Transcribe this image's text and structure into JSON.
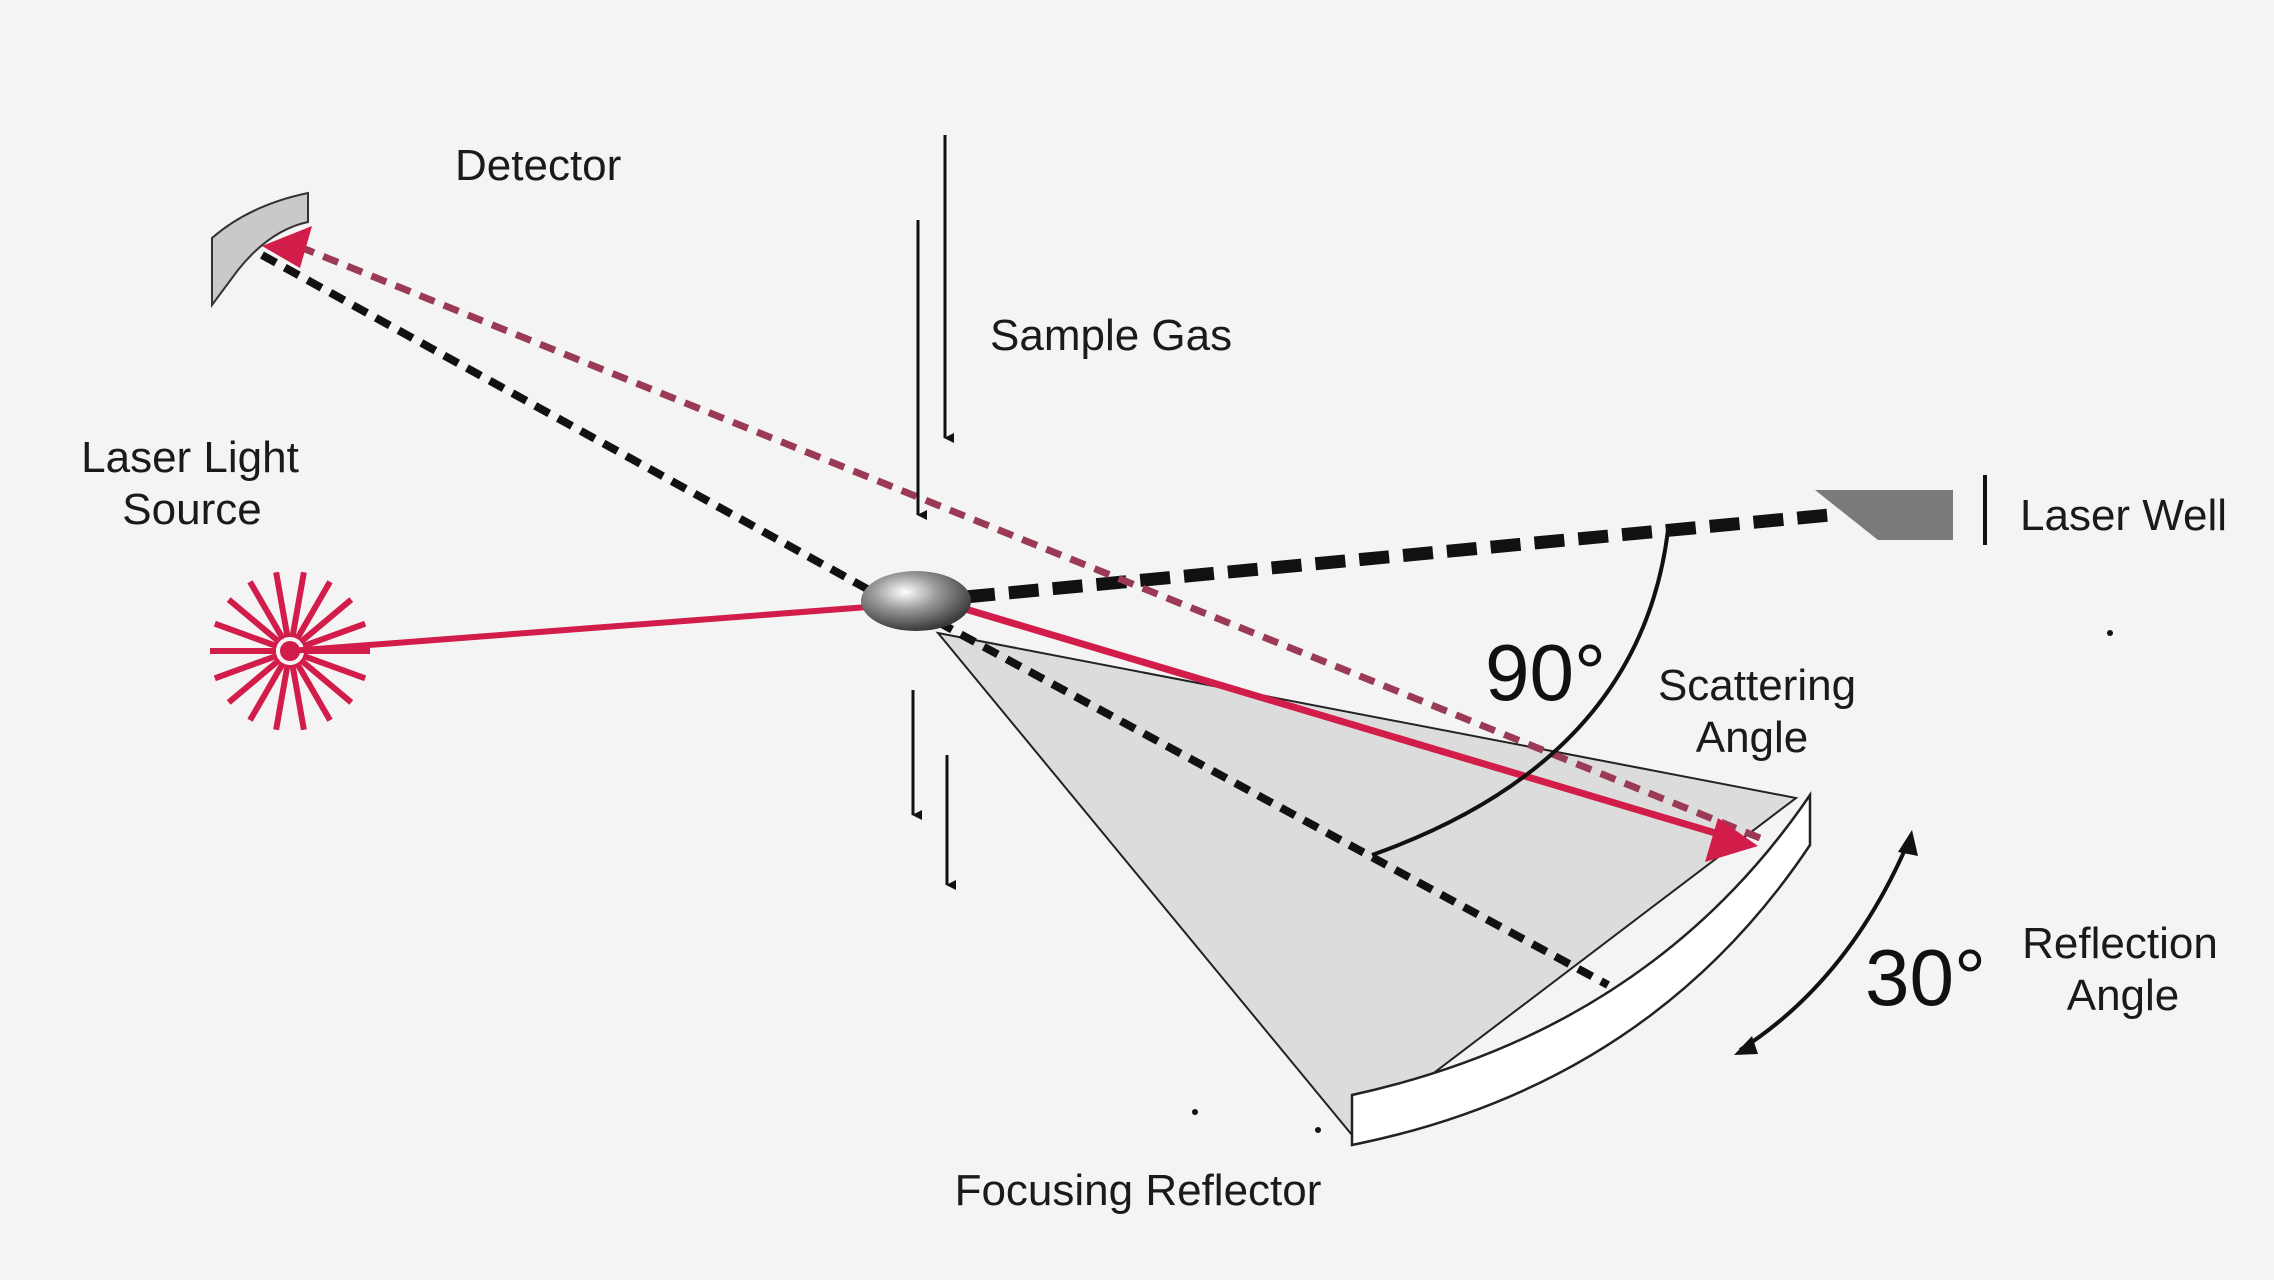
{
  "labels": {
    "detector": "Detector",
    "sample_gas": "Sample Gas",
    "laser_source_line1": "Laser Light",
    "laser_source_line2": "Source",
    "laser_well": "Laser Well",
    "scattering_angle_line1": "Scattering",
    "scattering_angle_line2": "Angle",
    "scattering_angle_value": "90°",
    "reflection_angle_line1": "Reflection",
    "reflection_angle_line2": "Angle",
    "reflection_angle_value": "30°",
    "focusing_reflector": "Focusing Reflector"
  },
  "colors": {
    "laser_beam": "#d21c4a",
    "scattered_beam": "#9b3a55",
    "dashed_axis": "#111111",
    "reflector_fill": "#dcdcdc",
    "particle": "#8a8a8a"
  }
}
